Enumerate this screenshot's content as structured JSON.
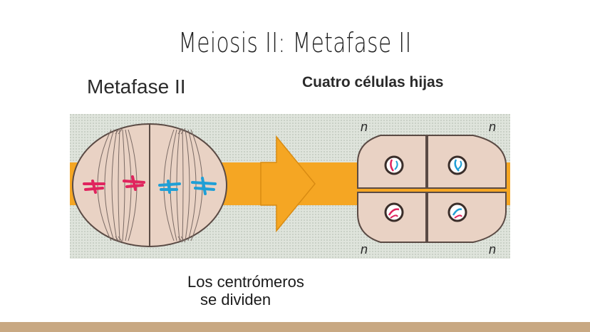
{
  "slide": {
    "title": "Meiosis II: Metafase II"
  },
  "diagram": {
    "left_label": "Metafase II",
    "right_label": "Cuatro células hijas",
    "ploidy_labels": [
      "n",
      "n",
      "n",
      "n"
    ],
    "caption_line1": "Los centrómeros",
    "caption_line2": "se dividen"
  },
  "colors": {
    "band": "#f5a623",
    "band_dark": "#e8971a",
    "cell_fill": "#e9d2c4",
    "cell_stroke": "#5a4a44",
    "background_pattern": "#d6dcd4",
    "chromosome_red": "#e0245e",
    "chromosome_blue": "#1f9fd6",
    "footer": "#c8a882"
  }
}
